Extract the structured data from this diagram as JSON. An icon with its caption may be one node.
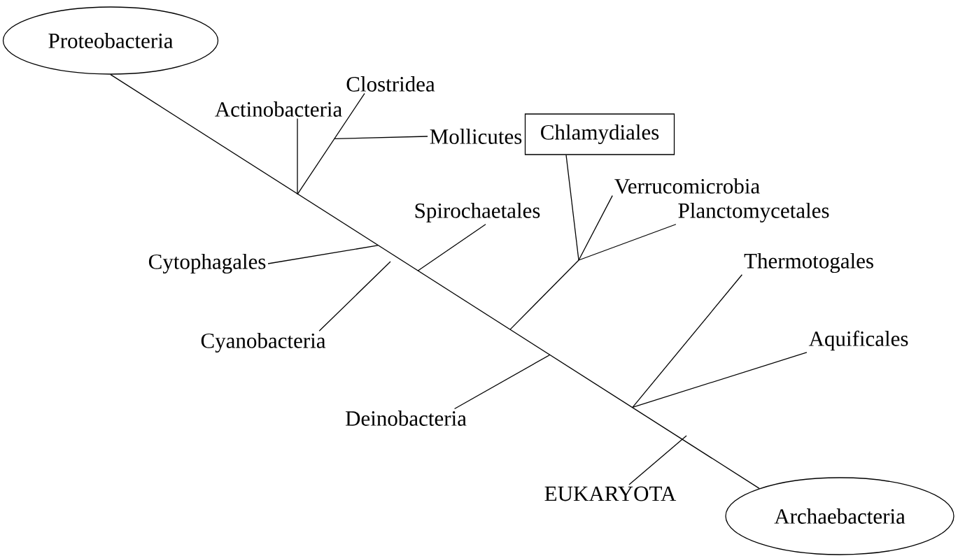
{
  "diagram": {
    "nodes": [
      {
        "text": [
          "Proteobacteria"
        ]
      },
      {
        "text": [
          "Clostridea"
        ]
      },
      {
        "text": [
          "Actinobacteria"
        ]
      },
      {
        "text": [
          "Mollicutes"
        ]
      },
      {
        "text": [
          "Chlamydiales"
        ]
      },
      {
        "text": [
          "Verrucomicrobia"
        ]
      },
      {
        "text": [
          "Spirochaetales"
        ]
      },
      {
        "text": [
          "Planctomycetales"
        ]
      },
      {
        "text": [
          "Cytophagales"
        ]
      },
      {
        "text": [
          "Thermotogales"
        ]
      },
      {
        "text": [
          "Cyanobacteria"
        ]
      },
      {
        "text": [
          "Aquificales"
        ]
      },
      {
        "text": [
          "Deinobacteria"
        ]
      },
      {
        "text": [
          "EUKARYOTA"
        ]
      },
      {
        "text": [
          "Archaebacteria"
        ]
      }
    ],
    "edges": [
      {
        "from": 0,
        "to": 14,
        "arrow": "none"
      },
      {
        "from": 2,
        "to": null,
        "arrow": "none"
      },
      {
        "from": 1,
        "to": null,
        "arrow": "none"
      },
      {
        "from": 3,
        "to": null,
        "arrow": "none"
      },
      {
        "from": 4,
        "to": null,
        "arrow": "none"
      },
      {
        "from": 5,
        "to": null,
        "arrow": "none"
      },
      {
        "from": 7,
        "to": null,
        "arrow": "none"
      },
      {
        "from": 6,
        "to": null,
        "arrow": "none"
      },
      {
        "from": 8,
        "to": null,
        "arrow": "none"
      },
      {
        "from": 10,
        "to": null,
        "arrow": "none"
      },
      {
        "from": 9,
        "to": null,
        "arrow": "none"
      },
      {
        "from": 11,
        "to": null,
        "arrow": "none"
      },
      {
        "from": 12,
        "to": null,
        "arrow": "none"
      },
      {
        "from": 13,
        "to": null,
        "arrow": "none"
      }
    ]
  }
}
